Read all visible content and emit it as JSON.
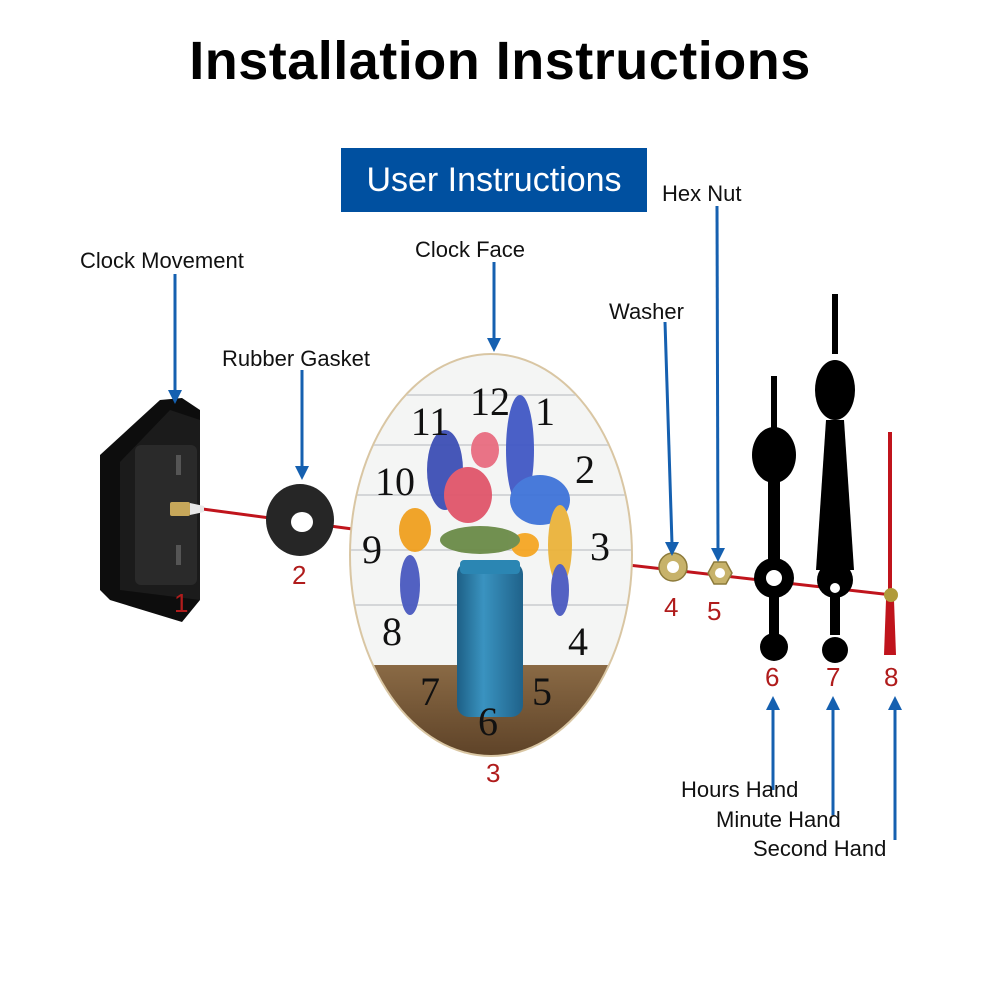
{
  "title": "Installation Instructions",
  "banner": "User Instructions",
  "parts": [
    {
      "number": "1",
      "label": "Clock Movement"
    },
    {
      "number": "2",
      "label": "Rubber Gasket"
    },
    {
      "number": "3",
      "label": "Clock Face"
    },
    {
      "number": "4",
      "label": "Washer"
    },
    {
      "number": "5",
      "label": "Hex Nut"
    },
    {
      "number": "6",
      "label": "Hours Hand"
    },
    {
      "number": "7",
      "label": "Minute Hand"
    },
    {
      "number": "8",
      "label": "Second Hand"
    }
  ],
  "clock_face": {
    "numerals": [
      "12",
      "1",
      "2",
      "3",
      "4",
      "5",
      "6",
      "7",
      "8",
      "9",
      "10",
      "11"
    ]
  },
  "colors": {
    "banner": "#0050a0",
    "arrow": "#1560b0",
    "axis_line": "#c0141c",
    "part_number": "#b01c1c",
    "jar": "#2f7fa6"
  }
}
